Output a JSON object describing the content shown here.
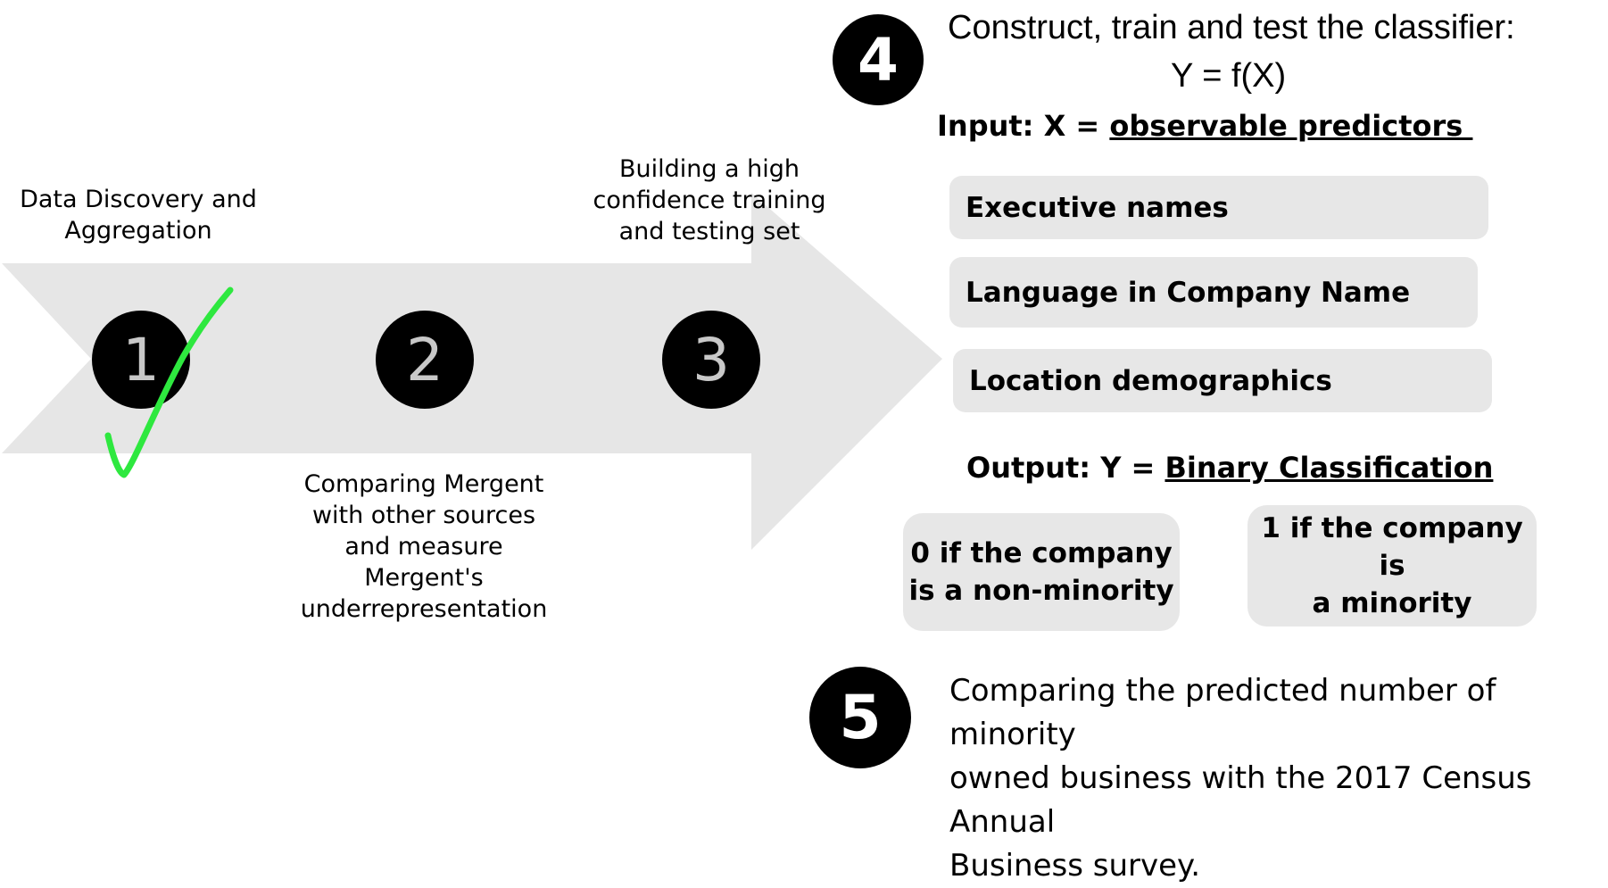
{
  "process": {
    "steps": [
      {
        "number": "1",
        "label_line1": "Data Discovery and",
        "label_line2": "Aggregation",
        "completed": true
      },
      {
        "number": "2",
        "label_line1": "Comparing Mergent",
        "label_line2": "with other sources",
        "label_line3": "and measure",
        "label_line4": "Mergent's",
        "label_line5": "underrepresentation"
      },
      {
        "number": "3",
        "label_line1": "Building a high",
        "label_line2": "confidence training",
        "label_line3": "and testing set"
      }
    ],
    "arrow_color": "#e6e6e6",
    "check_color": "#2ee83f"
  },
  "step4": {
    "number": "4",
    "title": "Construct, train and test the classifier:",
    "formula": "Y = f(X)",
    "input_prefix": "Input: X = ",
    "input_value": "observable predictors ",
    "predictors": [
      "Executive names",
      "Language in Company Name",
      "Location demographics"
    ],
    "output_prefix": "Output: Y = ",
    "output_value": "Binary Classification",
    "classes": [
      {
        "line1": "0 if the company",
        "line2": "is a non-minority"
      },
      {
        "line1": "1 if the company is",
        "line2": "a minority"
      }
    ],
    "box_color": "#e7e7e7"
  },
  "step5": {
    "number": "5",
    "line1": "Comparing the predicted number of minority",
    "line2": "owned business with the 2017 Census Annual",
    "line3": "Business survey."
  }
}
